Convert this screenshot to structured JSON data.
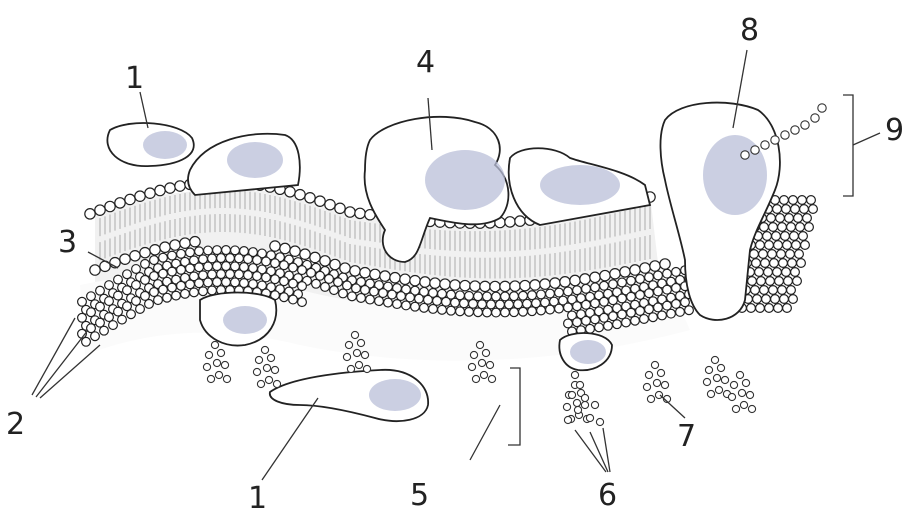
{
  "labels": {
    "l1a": "1",
    "l1b": "1",
    "l2": "2",
    "l3": "3",
    "l4": "4",
    "l5": "5",
    "l6": "6",
    "l7": "7",
    "l8": "8",
    "l9": "9"
  }
}
